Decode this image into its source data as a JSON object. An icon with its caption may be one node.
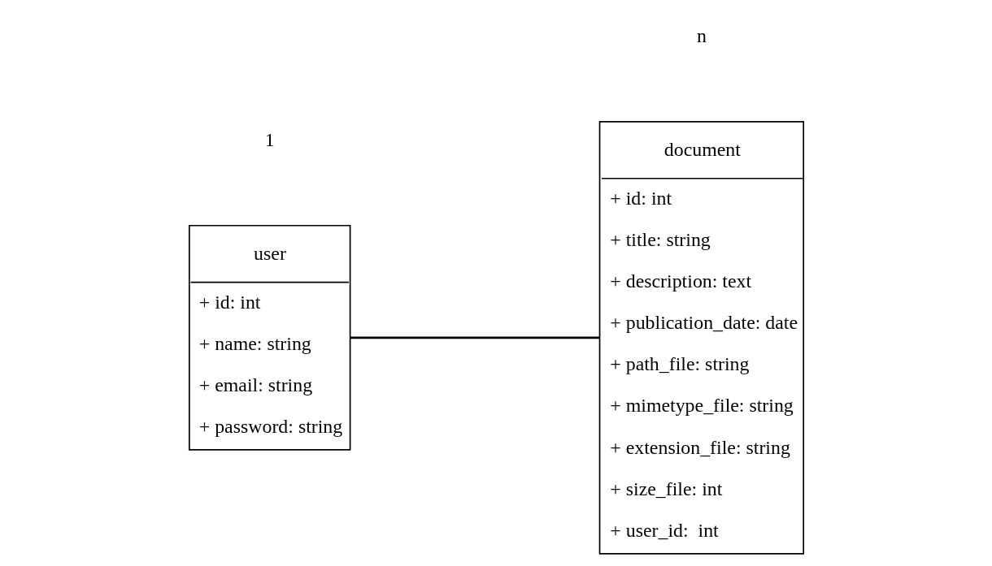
{
  "diagram": {
    "nodes": [
      {
        "text": [
          "user",
          "+ id: int",
          "+ name: string",
          "+ email: string",
          "+ password: string"
        ]
      },
      {
        "text": [
          "document",
          "+ id: int",
          "+ title: string",
          "+ description: text",
          "+ publication_date: date",
          "+ path_file: string",
          "+ mimetype_file: string",
          "+ extension_file: string",
          "+ size_file: int",
          "+ user_id:  int"
        ]
      }
    ],
    "edges": [
      {
        "from": 0,
        "to": 1,
        "arrow": "none"
      }
    ],
    "labels": [
      "1",
      "n"
    ]
  }
}
